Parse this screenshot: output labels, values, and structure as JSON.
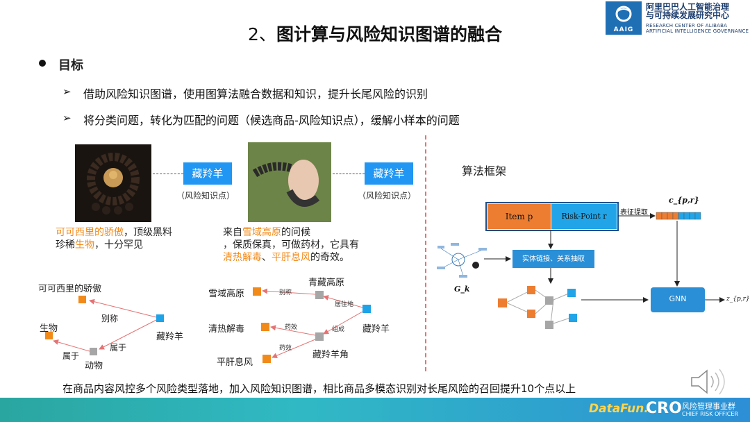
{
  "title": {
    "number": "2、",
    "text": "图计算与风险知识图谱的融合"
  },
  "logo": {
    "mark": "AAIG",
    "cn_line1": "阿里巴巴人工智能治理",
    "cn_line2": "与可持续发展研究中心",
    "en_line1": "RESEARCH CENTER OF ALIBABA",
    "en_line2": "ARTIFICIAL INTELLIGENCE GOVERNANCE"
  },
  "goal": {
    "heading": "目标",
    "bullets": [
      "借助风险知识图谱，使用图算法融合数据和知识，提升长尾风险的识别",
      "将分类问题，转化为匹配的问题（候选商品-风险知识点），缓解小样本的问题"
    ]
  },
  "examples": [
    {
      "tag": "藏羚羊",
      "tag_sub": "（风险知识点）",
      "desc_parts": [
        {
          "t": "可可西里的骄傲",
          "hl": true
        },
        {
          "t": "，顶级黑料",
          "hl": false
        },
        {
          "t": "珍稀",
          "hl": false,
          "br": true
        },
        {
          "t": "生物",
          "hl": true
        },
        {
          "t": "，十分罕见",
          "hl": false
        }
      ]
    },
    {
      "tag": "藏羚羊",
      "tag_sub": "（风险知识点）",
      "desc_parts": [
        {
          "t": "来自",
          "hl": false
        },
        {
          "t": "雪域高原",
          "hl": true
        },
        {
          "t": "的问候",
          "hl": false
        },
        {
          "t": "，保质保真，可做药材，它具有",
          "hl": false,
          "br": true
        },
        {
          "t": "清热解毒",
          "hl": true,
          "br": true
        },
        {
          "t": "、",
          "hl": false
        },
        {
          "t": "平肝息风",
          "hl": true
        },
        {
          "t": "的奇效。",
          "hl": false
        }
      ]
    }
  ],
  "graph1": {
    "labels": {
      "top": "可可西里的骄傲",
      "left": "生物",
      "right": "藏羚羊",
      "bottom": "动物",
      "edge_alias": "别称",
      "edge_belong1": "属于",
      "edge_belong2": "属于"
    }
  },
  "graph2": {
    "labels": {
      "plateau": "青藏高原",
      "snow": "雪域高原",
      "heat": "清热解毒",
      "liver": "平肝息风",
      "antelope": "藏羚羊",
      "horn": "藏羚羊角",
      "e_alias": "别称",
      "e_live": "居住地",
      "e_effect1": "药效",
      "e_compose": "组成",
      "e_effect2": "药效"
    }
  },
  "framework": {
    "title": "算法框架",
    "item_p": "Item p",
    "risk_point": "Risk-Point r",
    "feat_extract": "表征提取",
    "c_label": "c_{p,r}",
    "entity_link": "实体链接、关系抽取",
    "gk": "G_k",
    "gnn": "GNN",
    "z": "z_{p,r}"
  },
  "bottom_text": "在商品内容风控多个风险类型落地，加入风险知识图谱，相比商品多模态识别对长尾风险的召回提升10个点以上",
  "footer": {
    "datafun": "DataFun.",
    "cro": "CRO",
    "cn": "风险管理事业群",
    "en": "CHIEF RISK OFFICER"
  },
  "icons": [
    "speaker-icon"
  ]
}
